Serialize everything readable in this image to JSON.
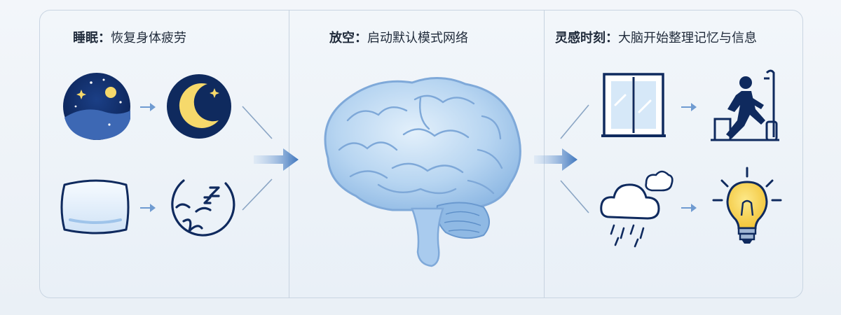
{
  "sections": [
    {
      "title_bold": "睡眠",
      "separator": "：",
      "title_rest": "恢复身体疲劳"
    },
    {
      "title_bold": "放空",
      "separator": "：",
      "title_rest": "启动默认模式网络"
    },
    {
      "title_bold": "灵感时刻",
      "separator": "：",
      "title_rest": "大脑开始整理记忆与信息"
    }
  ],
  "icons": {
    "section1": [
      "night-sky-icon",
      "crescent-moon-icon",
      "pillow-icon",
      "sleeping-face-icon"
    ],
    "section2": [
      "brain-icon"
    ],
    "section3": [
      "window-icon",
      "walking-person-icon",
      "rain-cloud-icon",
      "lightbulb-icon"
    ]
  },
  "colors": {
    "navy": "#0f2a5e",
    "moon_yellow": "#f6d96b",
    "arrow_blue": "#4a7fc1",
    "brain_light": "#cfe3f7",
    "brain_mid": "#9fc4ea",
    "bulb_yellow": "#f7d54a"
  }
}
